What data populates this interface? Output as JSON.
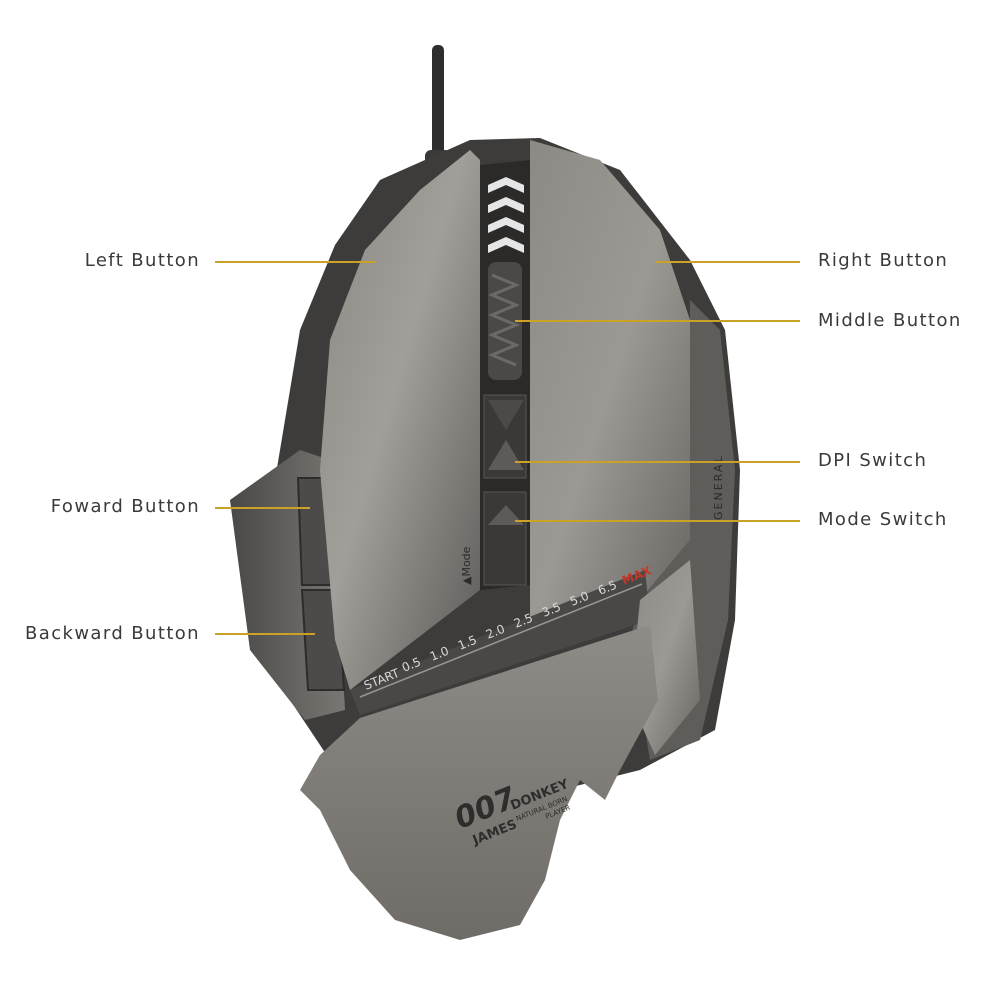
{
  "callouts": {
    "left_button": "Left Button",
    "right_button": "Right Button",
    "middle_button": "Middle Button",
    "dpi_switch": "DPI Switch",
    "mode_switch": "Mode Switch",
    "forward_button": "Foward Button",
    "backward_button": "Backward Button"
  },
  "device": {
    "brand_number": "007",
    "brand_name_1": "JAMES",
    "brand_name_2": "DONKEY",
    "brand_tagline_1": "NATURAL BORN",
    "brand_tagline_2": "PLAYER",
    "mode_label": "▲Mode",
    "side_label": "GENERAL",
    "weight_scale_start": "START",
    "weight_scale": [
      "0.5",
      "1.0",
      "1.5",
      "2.0",
      "2.5",
      "3.5",
      "5.0",
      "6.5"
    ],
    "weight_scale_end": "MAX"
  },
  "colors": {
    "leader_line": "#c9a227",
    "shell": "#6e6b67",
    "shell_dark": "#3c3b39",
    "label_text": "#3a3a3a",
    "max_red": "#c0392b"
  }
}
